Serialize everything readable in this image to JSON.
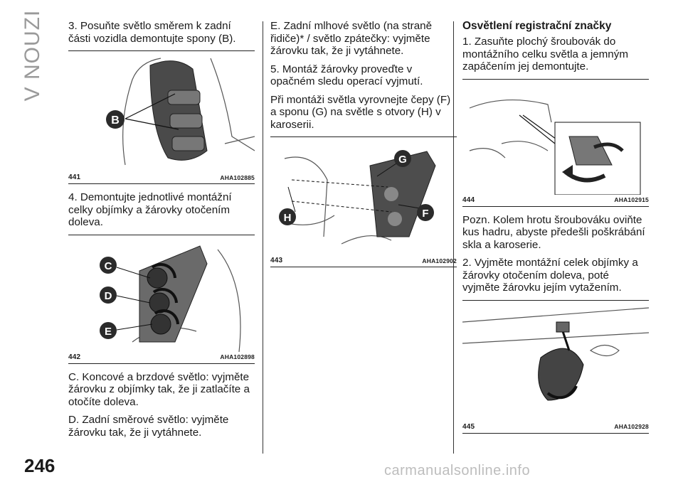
{
  "section_title": "V NOUZI",
  "page_number": "246",
  "watermark": "carmanualsonline.info",
  "col1": {
    "step3": "3. Posuňte světlo směrem k zadní části vozidla demontujte spony (B).",
    "fig441": {
      "number": "441",
      "code": "AHA102885",
      "labels": {
        "b": "B"
      }
    },
    "step4": "4. Demontujte jednotlivé montážní celky objímky a žárovky otočením doleva.",
    "fig442": {
      "number": "442",
      "code": "AHA102898",
      "labels": {
        "c": "C",
        "d": "D",
        "e": "E"
      }
    },
    "noteC": "C. Koncové a brzdové světlo: vyjměte žárovku z objímky tak, že ji zatlačíte a otočíte doleva.",
    "noteD": "D. Zadní směrové světlo: vyjměte žárovku tak, že ji vytáhnete."
  },
  "col2": {
    "noteE": "E. Zadní mlhové světlo (na straně řidiče)* / světlo zpátečky: vyjměte žárovku tak, že ji vytáhnete.",
    "step5": "5. Montáž žárovky proveďte v opačném sledu operací vyjmutí.",
    "mount": "Při montáži světla vyrovnejte čepy (F) a sponu (G) na světle s otvory (H) v karoserii.",
    "fig443": {
      "number": "443",
      "code": "AHA102902",
      "labels": {
        "g": "G",
        "h": "H",
        "f": "F"
      }
    }
  },
  "col3": {
    "heading": "Osvětlení registrační značky",
    "step1": "1. Zasuňte plochý šroubovák do montážního celku světla a jemným zapáčením jej demontujte.",
    "fig444": {
      "number": "444",
      "code": "AHA102915"
    },
    "note": "Pozn. Kolem hrotu šroubováku oviňte kus hadru, abyste předešli poškrábání skla a karoserie.",
    "step2": "2. Vyjměte montážní celek objímky a žárovky otočením doleva, poté vyjměte žárovku jejím vytažením.",
    "fig445": {
      "number": "445",
      "code": "AHA102928"
    }
  }
}
